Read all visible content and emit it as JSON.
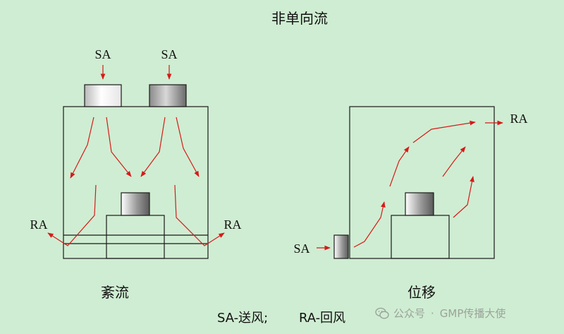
{
  "title": "非单向流",
  "left_diagram": {
    "caption": "紊流",
    "supply_labels": [
      "SA",
      "SA"
    ],
    "return_labels": [
      "RA",
      "RA"
    ]
  },
  "right_diagram": {
    "caption": "位移",
    "supply_label": "SA",
    "return_label": "RA"
  },
  "legend": {
    "sa": "SA-送风;",
    "ra": "RA-回风"
  },
  "watermark": {
    "icon": "wechat-icon",
    "source": "公众号",
    "separator": "·",
    "account": "GMP传播大使"
  },
  "colors": {
    "arrow": "#d61a1a",
    "outline": "#1a1a1a",
    "background": "#cfedd2"
  }
}
